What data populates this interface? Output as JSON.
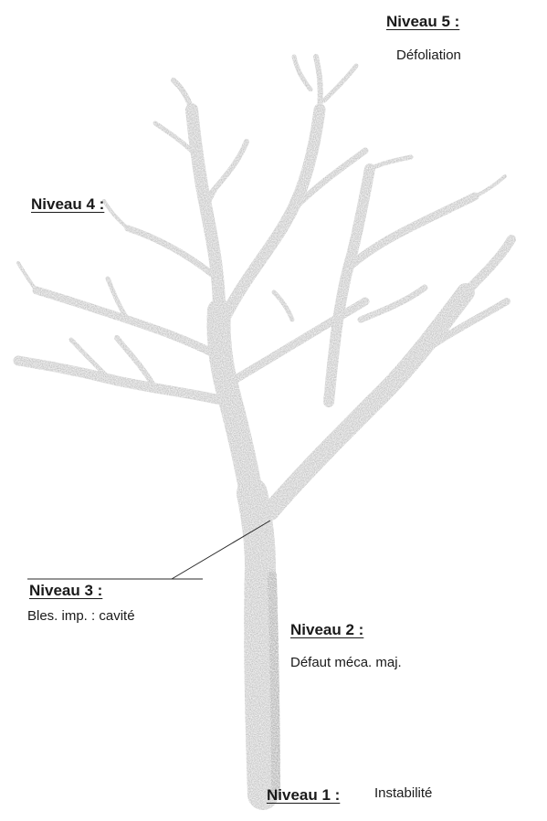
{
  "levels": {
    "level5": {
      "heading": "Niveau 5 :",
      "description": "Défoliation"
    },
    "level4": {
      "heading": "Niveau 4 :"
    },
    "level3": {
      "heading": "Niveau 3 :",
      "description": "Bles. imp. : cavité"
    },
    "level2": {
      "heading": "Niveau 2 :",
      "description": "Défaut méca. maj."
    },
    "level1": {
      "heading": "Niveau 1 :",
      "description": "Instabilité"
    }
  },
  "colors": {
    "bark": "#b9b9b9",
    "bark_dark": "#8a8a8a",
    "ink": "#1a1a1a",
    "leader_line": "#2a2a2a"
  }
}
